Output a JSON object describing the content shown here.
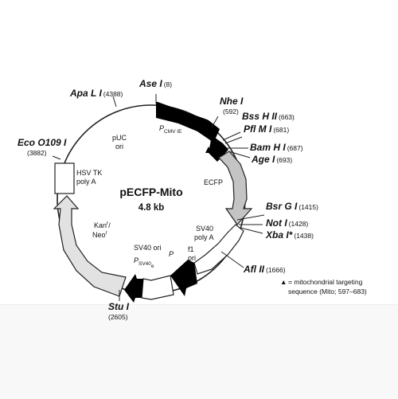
{
  "plasmid": {
    "name": "pECFP-Mito",
    "size": "4.8 kb"
  },
  "features": {
    "pcmv": {
      "main": "P",
      "sub": "CMV IE"
    },
    "puc_ori": [
      "pUC",
      "ori"
    ],
    "hsv_tk": [
      "HSV TK",
      "poly A"
    ],
    "kan_neo": {
      "l1a": "Kan",
      "l1sup": "r",
      "l1b": "/",
      "l2a": "Neo",
      "l2sup": "r"
    },
    "ecfp": "ECFP",
    "sv40_polya": [
      "SV40",
      "poly A"
    ],
    "f1_ori": [
      "f1",
      "ori"
    ],
    "sv40_ori": "SV40 ori",
    "psv40": {
      "main": "P",
      "sub": "SV40",
      "subsub": "e"
    },
    "p": "P"
  },
  "sites": {
    "ase": {
      "name": "Ase I",
      "pos": "(8)"
    },
    "nhe": {
      "name": "Nhe I",
      "pos": "(592)"
    },
    "bss": {
      "name": "Bss H II",
      "pos": "(663)"
    },
    "pfl": {
      "name": "Pfl M I",
      "pos": "(681)"
    },
    "bam": {
      "name": "Bam H I",
      "pos": "(687)"
    },
    "age": {
      "name": "Age I",
      "pos": "(693)"
    },
    "bsrg": {
      "name": "Bsr G I",
      "pos": "(1415)"
    },
    "not": {
      "name": "Not I",
      "pos": "(1428)"
    },
    "xba": {
      "name": "Xba I*",
      "pos": "(1438)"
    },
    "afl": {
      "name": "Afl II",
      "pos": "(1666)"
    },
    "stu": {
      "name": "Stu I",
      "pos": "(2605)"
    },
    "eco": {
      "name": "Eco O109 I",
      "pos": "(3882)"
    },
    "apa": {
      "name": "Apa L I",
      "pos": "(4388)"
    }
  },
  "legend": {
    "symbol": "▲",
    "line1": "= mitochondrial targeting",
    "line2": "sequence (Mito; 597–683)"
  },
  "colors": {
    "black": "#000000",
    "ecfp_fill": "#c4c4c4",
    "kan_fill": "#e2e2e2",
    "outline": "#222222"
  }
}
